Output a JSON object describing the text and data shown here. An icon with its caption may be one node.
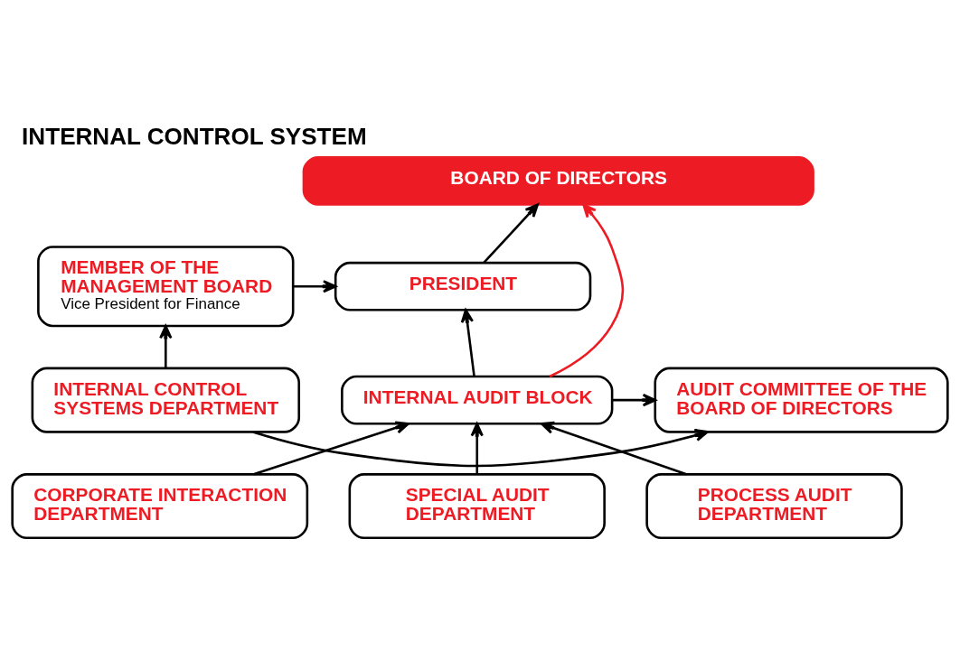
{
  "diagram": {
    "title": "INTERNAL CONTROL SYSTEM",
    "nodes": [
      {
        "text": [
          "BOARD OF DIRECTORS"
        ]
      },
      {
        "text": [
          "MEMBER OF THE MANAGEMENT BOARD",
          "Vice President for Finance"
        ]
      },
      {
        "text": [
          "PRESIDENT"
        ]
      },
      {
        "text": [
          "AUDIT COMMITTEE OF THE BOARD OF DIRECTORS"
        ]
      },
      {
        "text": [
          "INTERNAL CONTROL SYSTEMS DEPARTMENT"
        ]
      },
      {
        "text": [
          "INTERNAL AUDIT BLOCK"
        ]
      },
      {
        "text": [
          "CORPORATE INTERACTION DEPARTMENT"
        ]
      },
      {
        "text": [
          "SPECIAL AUDIT DEPARTMENT"
        ]
      },
      {
        "text": [
          "PROCESS AUDIT DEPARTMENT"
        ]
      }
    ],
    "edges": [
      {
        "from": 2,
        "to": 0,
        "arrow": "to"
      },
      {
        "from": 1,
        "to": 2,
        "arrow": "to"
      },
      {
        "from": 5,
        "to": 2,
        "arrow": "to"
      },
      {
        "from": 5,
        "to": 0,
        "arrow": "to",
        "color": "#ed1c24"
      },
      {
        "from": 5,
        "to": 3,
        "arrow": "to"
      },
      {
        "from": 4,
        "to": 1,
        "arrow": "to"
      },
      {
        "from": 4,
        "to": 3,
        "arrow": "to"
      },
      {
        "from": 6,
        "to": 5,
        "arrow": "to"
      },
      {
        "from": 7,
        "to": 5,
        "arrow": "to"
      },
      {
        "from": 8,
        "to": 5,
        "arrow": "to"
      }
    ]
  }
}
